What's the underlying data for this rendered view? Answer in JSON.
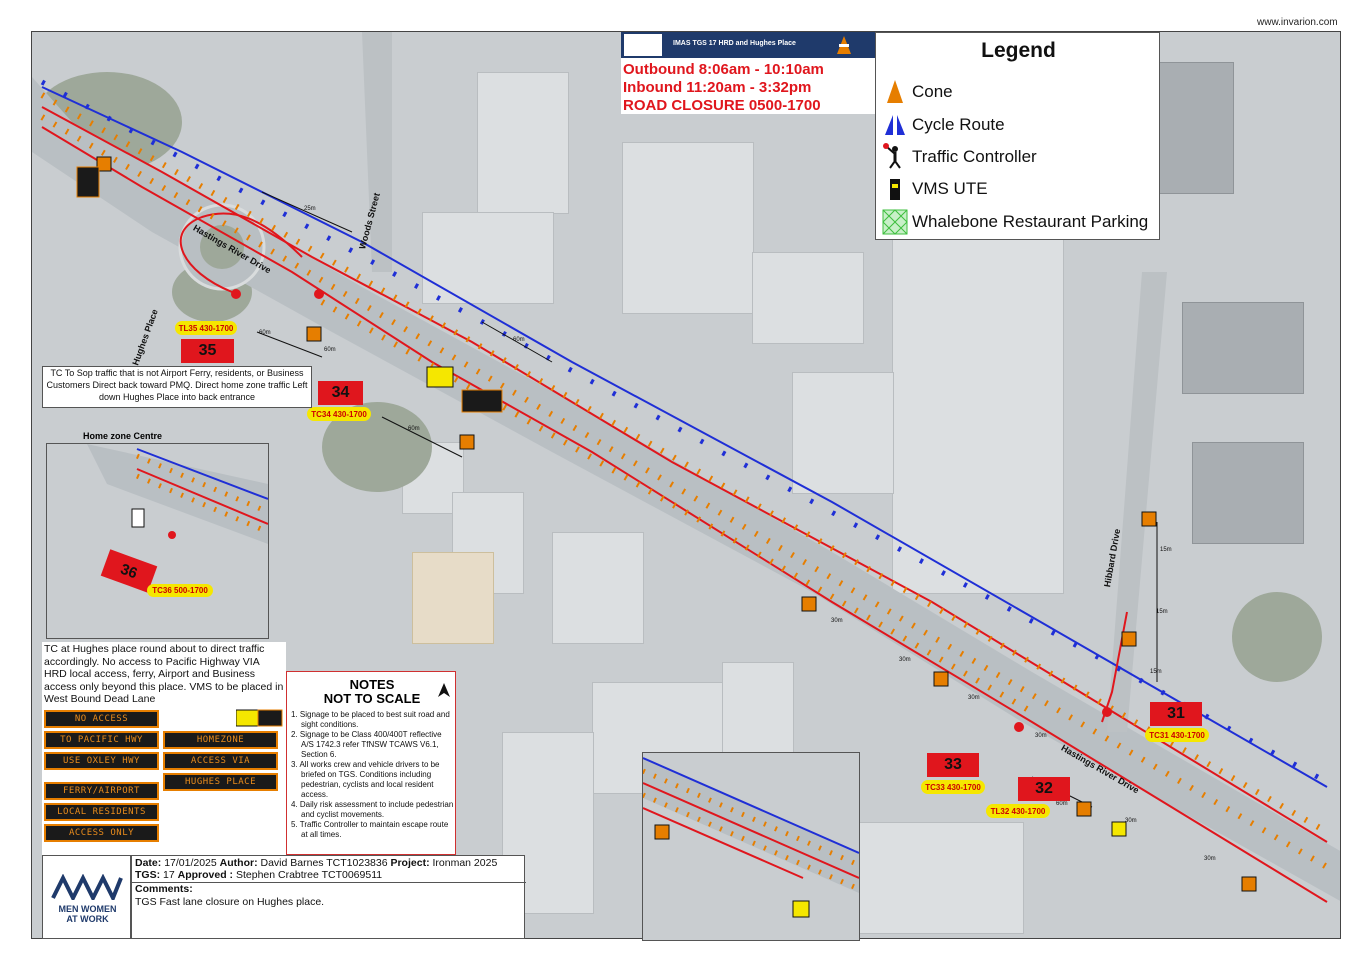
{
  "site_url": "www.invarion.com",
  "title_panel": {
    "header": "IMAS TGS 17 HRD and Hughes Place",
    "logo_text": "MEN WOMEN AT WORK",
    "outbound": "Outbound 8:06am - 10:10am",
    "inbound": "Inbound 11:20am - 3:32pm",
    "closure": "ROAD CLOSURE 0500-1700"
  },
  "legend": {
    "title": "Legend",
    "items": [
      {
        "label": "Cone",
        "icon": "cone-icon"
      },
      {
        "label": "Cycle Route",
        "icon": "cycle-route-icon"
      },
      {
        "label": "Traffic Controller",
        "icon": "traffic-controller-icon"
      },
      {
        "label": "VMS UTE",
        "icon": "vms-ute-icon"
      },
      {
        "label": "Whalebone Restaurant Parking",
        "icon": "parking-hatch-icon"
      }
    ]
  },
  "streets": {
    "hastings_west": "Hastings River Drive",
    "hastings_east": "Hastings River Drive",
    "woods": "Woods Street",
    "hughes": "Hughes Place",
    "hibbard": "Hibbard Drive"
  },
  "tc_signs": [
    {
      "number": "35",
      "label": "TL35 430-1700"
    },
    {
      "number": "34",
      "label": "TC34 430-1700"
    },
    {
      "number": "36",
      "label": "TC36 500-1700"
    },
    {
      "number": "33",
      "label": "TC33 430-1700"
    },
    {
      "number": "32",
      "label": "TL32 430-1700"
    },
    {
      "number": "31",
      "label": "TC31 430-1700"
    }
  ],
  "distances": [
    "25m",
    "60m",
    "60m",
    "60m",
    "60m",
    "30m",
    "30m",
    "30m",
    "30m",
    "15m",
    "15m",
    "15m",
    "60m",
    "30m",
    "30m"
  ],
  "tc_note": "TC To Sop traffic that is not Airport Ferry, residents, or Business Customers Direct back toward PMQ. Direct home zone traffic Left down Hughes Place into back entrance",
  "inset_label": "Home zone  Centre",
  "hughes_note": "TC at Hughes place round about to direct traffic accordingly. No access to Pacific Highway VIA HRD local access, ferry, Airport and Business access only beyond this place. VMS to be placed in West Bound Dead Lane",
  "vms_left": [
    "NO ACCESS",
    "TO PACIFIC HWY",
    "USE OXLEY HWY"
  ],
  "vms_right": [
    "HOMEZONE",
    "ACCESS VIA",
    "HUGHES PLACE"
  ],
  "vms_bottom": [
    "FERRY/AIRPORT",
    "LOCAL RESIDENTS",
    "ACCESS ONLY"
  ],
  "notes": {
    "title_1": "NOTES",
    "title_2": "NOT TO SCALE",
    "items": [
      "1. Signage to be placed to best suit road and sight conditions.",
      "2. Signage to be Class 400/400T reflective A/S 1742.3 refer TfNSW TCAWS V6.1, Section 6.",
      "3. All works crew and vehicle drivers to be briefed on TGS. Conditions including pedestrian, cyclists and local resident access.",
      "4. Daily risk assessment to include pedestrian and cyclist movements.",
      "5. Traffic Controller to maintain escape route at all times."
    ]
  },
  "info": {
    "date_label": "Date:",
    "date": "17/01/2025",
    "author_label": "Author:",
    "author": "David Barnes TCT1023836",
    "project_label": "Project:",
    "project": "Ironman 2025",
    "tgs_label": "TGS:",
    "tgs": "17",
    "approved_label": "Approved :",
    "approved": "Stephen Crabtree TCT0069511",
    "comments_label": "Comments:",
    "comments": "TGS Fast lane closure on Hughes place."
  },
  "logo": {
    "line1": "MEN WOMEN",
    "line2": "AT WORK"
  },
  "colors": {
    "red": "#e0161d",
    "blue": "#1f2fd6",
    "cone": "#e67e00",
    "yellow": "#f5e700",
    "navy": "#1f3a6b"
  }
}
